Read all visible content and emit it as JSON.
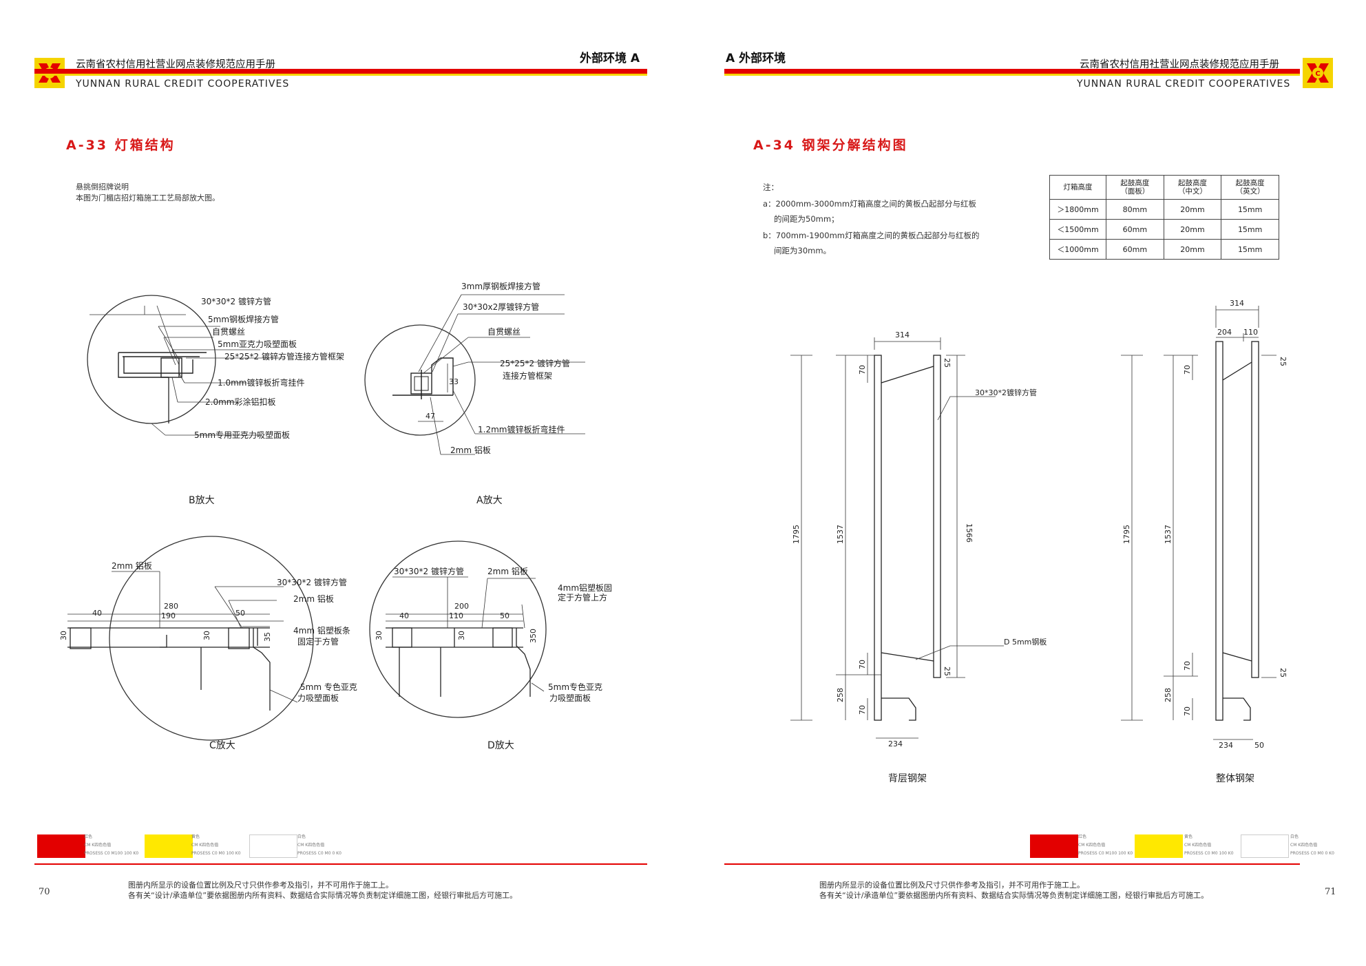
{
  "left": {
    "brand_cn": "云南省农村信用社营业网点装修规范应用手册",
    "brand_en": "YUNNAN RURAL CREDIT COOPERATIVES",
    "section": "外部环境 A",
    "page_title": "A-33  灯箱结构",
    "note_line1": "悬挑倒招牌说明",
    "note_line2": "本图为门楣店招灯箱施工工艺局部放大图。",
    "detail_B": {
      "caption": "B放大",
      "labels": [
        "30*30*2 镀锌方管",
        "5mm钢板焊接方管",
        "自贯螺丝",
        "5mm亚克力吸塑面板",
        "25*25*2 镀锌方管连接方管框架",
        "1.0mm镀锌板折弯挂件",
        "2.0mm彩涂铝扣板",
        "5mm专用亚克力吸塑面板"
      ]
    },
    "detail_A": {
      "caption": "A放大",
      "labels": [
        "3mm厚钢板焊接方管",
        "30*30x2厚镀锌方管",
        "自贯螺丝",
        "25*25*2 镀锌方管",
        "连接方管框架",
        "1.2mm镀锌板折弯挂件",
        "2mm 铝板"
      ],
      "dims": [
        "33",
        "47"
      ]
    },
    "detail_C": {
      "caption": "C放大",
      "labels": [
        "2mm 铝板",
        "30*30*2 镀锌方管",
        "2mm 铝板",
        "4mm 铝塑板条",
        "固定于方管",
        "5mm 专色亚克",
        "力吸塑面板"
      ],
      "dims": [
        "280",
        "40",
        "190",
        "50",
        "30",
        "30",
        "35"
      ]
    },
    "detail_D": {
      "caption": "D放大",
      "labels": [
        "30*30*2 镀锌方管",
        "2mm 铝板",
        "4mm铝塑板固",
        "定于方管上方",
        "5mm专色亚克",
        "力吸塑面板"
      ],
      "dims": [
        "200",
        "40",
        "110",
        "50",
        "30",
        "30",
        "350"
      ]
    },
    "swatches": [
      {
        "name": "红色",
        "line1": "CM  K四色色值",
        "line2": "PROSESS C0 M100  100 K0",
        "color": "#e30000"
      },
      {
        "name": "黄色",
        "line1": "CM  K四色色值",
        "line2": "PROSESS C0 M0  100 K0",
        "color": "#ffe800"
      },
      {
        "name": "白色",
        "line1": "CM  K四色色值",
        "line2": "PROSESS C0 M0  0 K0",
        "color": "#ffffff"
      }
    ],
    "footer_line1": "图册内所显示的设备位置比例及尺寸只供作参考及指引，并不可用作于施工上。",
    "footer_line2": "各有关“设计/承造单位”要依据图册内所有资料、数据结合实际情况等负责制定详细施工图，经银行审批后方可施工。",
    "page_number": "70"
  },
  "right": {
    "brand_cn": "云南省农村信用社营业网点装修规范应用手册",
    "brand_en": "YUNNAN RURAL CREDIT COOPERATIVES",
    "section": "A 外部环境",
    "page_title": "A-34  钢架分解结构图",
    "note_head": "注：",
    "note_a1": "a：2000mm-3000mm灯箱高度之间的黄板凸起部分与红板",
    "note_a2": "的间距为50mm；",
    "note_b1": "b：700mm-1900mm灯箱高度之间的黄板凸起部分与红板的",
    "note_b2": "间距为30mm。",
    "table": {
      "headers": [
        "灯箱高度",
        "起鼓高度\n（面板）",
        "起鼓高度\n（中文）",
        "起鼓高度\n（英文）"
      ],
      "rows": [
        [
          "＞1800mm",
          "80mm",
          "20mm",
          "15mm"
        ],
        [
          "＜1500mm",
          "60mm",
          "20mm",
          "15mm"
        ],
        [
          "＜1000mm",
          "60mm",
          "20mm",
          "15mm"
        ]
      ]
    },
    "frame_back": {
      "caption": "背层钢架",
      "dims": [
        "314",
        "1795",
        "1537",
        "1566",
        "70",
        "25",
        "70",
        "25",
        "258",
        "70",
        "234"
      ],
      "labels": [
        "30*30*2镀锌方管",
        "D  5mm钢板"
      ]
    },
    "frame_whole": {
      "caption": "整体钢架",
      "dims": [
        "314",
        "204",
        "110",
        "1795",
        "1537",
        "70",
        "25",
        "70",
        "25",
        "258",
        "70",
        "234",
        "50"
      ]
    },
    "swatches": [
      {
        "name": "红色",
        "line1": "CM  K四色色值",
        "line2": "PROSESS C0 M100  100 K0",
        "color": "#e30000"
      },
      {
        "name": "黄色",
        "line1": "CM  K四色色值",
        "line2": "PROSESS C0 M0  100 K0",
        "color": "#ffe800"
      },
      {
        "name": "白色",
        "line1": "CM  K四色色值",
        "line2": "PROSESS C0 M0  0 K0",
        "color": "#ffffff"
      }
    ],
    "footer_line1": "图册内所显示的设备位置比例及尺寸只供作参考及指引，并不可用作于施工上。",
    "footer_line2": "各有关“设计/承造单位”要依据图册内所有资料、数据结合实际情况等负责制定详细施工图，经银行审批后方可施工。",
    "page_number": "71"
  },
  "colors": {
    "brand_red": "#e30000",
    "brand_yellow": "#f5d400",
    "title_red": "#d81818"
  }
}
